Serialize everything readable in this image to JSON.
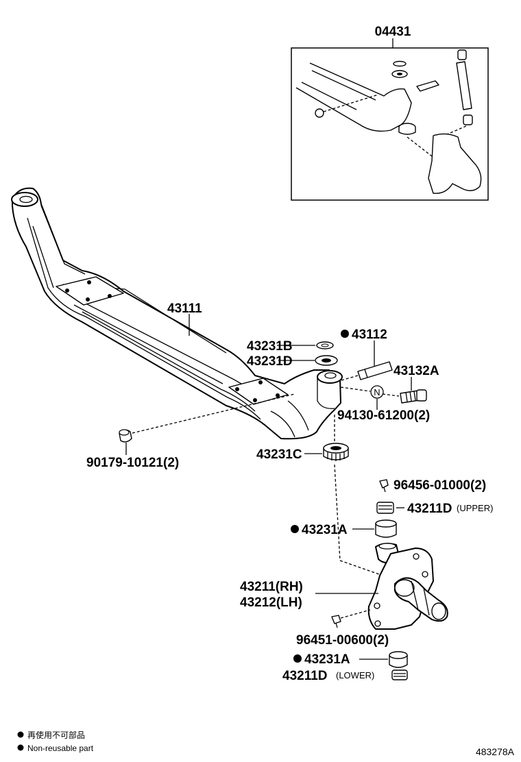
{
  "inset": {
    "kit_number": "04431"
  },
  "labels": {
    "axle_beam": "43111",
    "shim_b": "43231B",
    "shim_d": "43231D",
    "king_pin": "43112",
    "lock_pin": "43132A",
    "lock_pin_nut": "94130-61200(2)",
    "cap": "90179-10121(2)",
    "bearing": "43231C",
    "grease_fitting_upper": "96456-01000(2)",
    "bushing_upper_number": "43211D",
    "bushing_upper_qualifier": "(UPPER)",
    "bushing_a_upper": "43231A",
    "knuckle_rh": "43211(RH)",
    "knuckle_lh": "43212(LH)",
    "grease_fitting_knuckle": "96451-00600(2)",
    "bushing_a_lower": "43231A",
    "bushing_lower_number": "43211D",
    "bushing_lower_qualifier": "(LOWER)",
    "nut_marker": "N"
  },
  "legend": {
    "line_japanese": "再使用不可部品",
    "line_english": "Non-reusable part"
  },
  "illustration_ref": "483278A"
}
